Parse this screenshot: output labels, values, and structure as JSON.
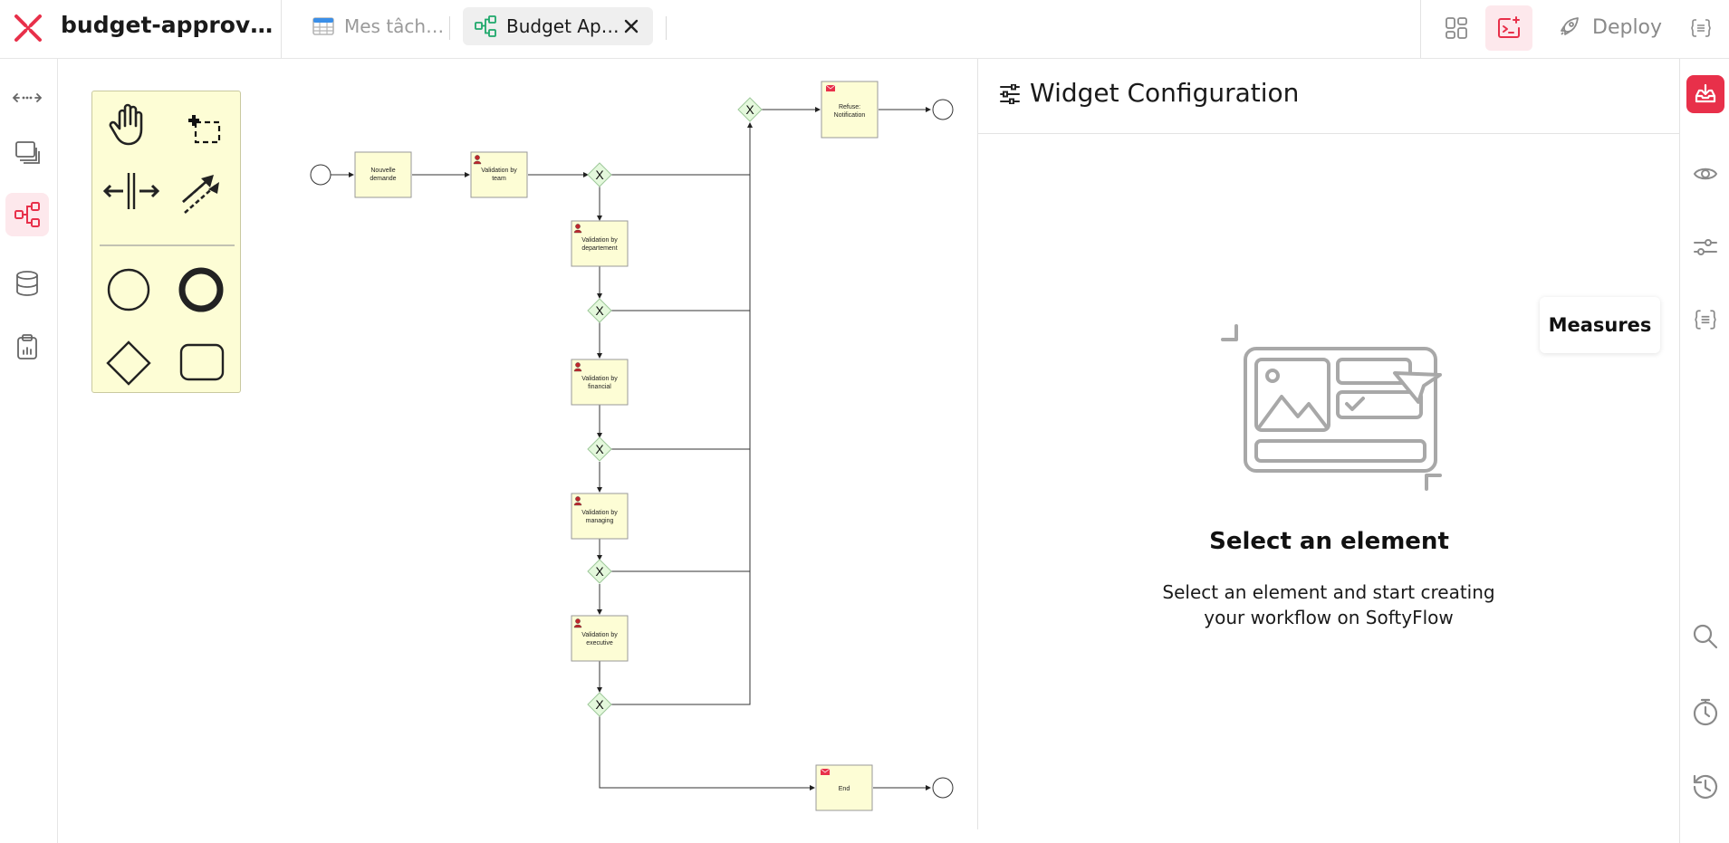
{
  "app": {
    "title": "budget-approv…",
    "accent_color": "#e8304a"
  },
  "tabs": [
    {
      "label": "Mes tâch…",
      "icon": "table-icon",
      "active": false
    },
    {
      "label": "Budget Ap…",
      "icon": "workflow-icon",
      "active": true
    }
  ],
  "toolbar": {
    "deploy_label": "Deploy"
  },
  "left_sidebar": {
    "items": [
      {
        "icon": "api-arrows-icon"
      },
      {
        "icon": "layers-icon"
      },
      {
        "icon": "workflow-icon",
        "active": true
      },
      {
        "icon": "database-icon"
      },
      {
        "icon": "clipboard-chart-icon"
      }
    ]
  },
  "palette": {
    "tools": [
      "hand-tool-icon",
      "lasso-tool-icon",
      "space-tool-icon",
      "connect-tool-icon",
      "start-event-icon",
      "end-event-icon",
      "gateway-icon",
      "task-icon"
    ]
  },
  "diagram": {
    "nodes": {
      "nouvelle_l1": "Nouvelle",
      "nouvelle_l2": "demande",
      "team_l1": "Validation by",
      "team_l2": "team",
      "dept_l1": "Validation by",
      "dept_l2": "departement",
      "fin_l1": "Validation by",
      "fin_l2": "financial",
      "man_l1": "Validation by",
      "man_l2": "managing",
      "exec_l1": "Validation by",
      "exec_l2": "executive",
      "refuse_l1": "Refuse:",
      "refuse_l2": "Notification",
      "end": "End",
      "gateway_mark": "X"
    }
  },
  "config_panel": {
    "title": "Widget Configuration",
    "empty_title": "Select an element",
    "empty_description": "Select an element and start creating your workflow on SoftyFlow"
  },
  "right_sidebar": {
    "tooltip": "Measures"
  }
}
